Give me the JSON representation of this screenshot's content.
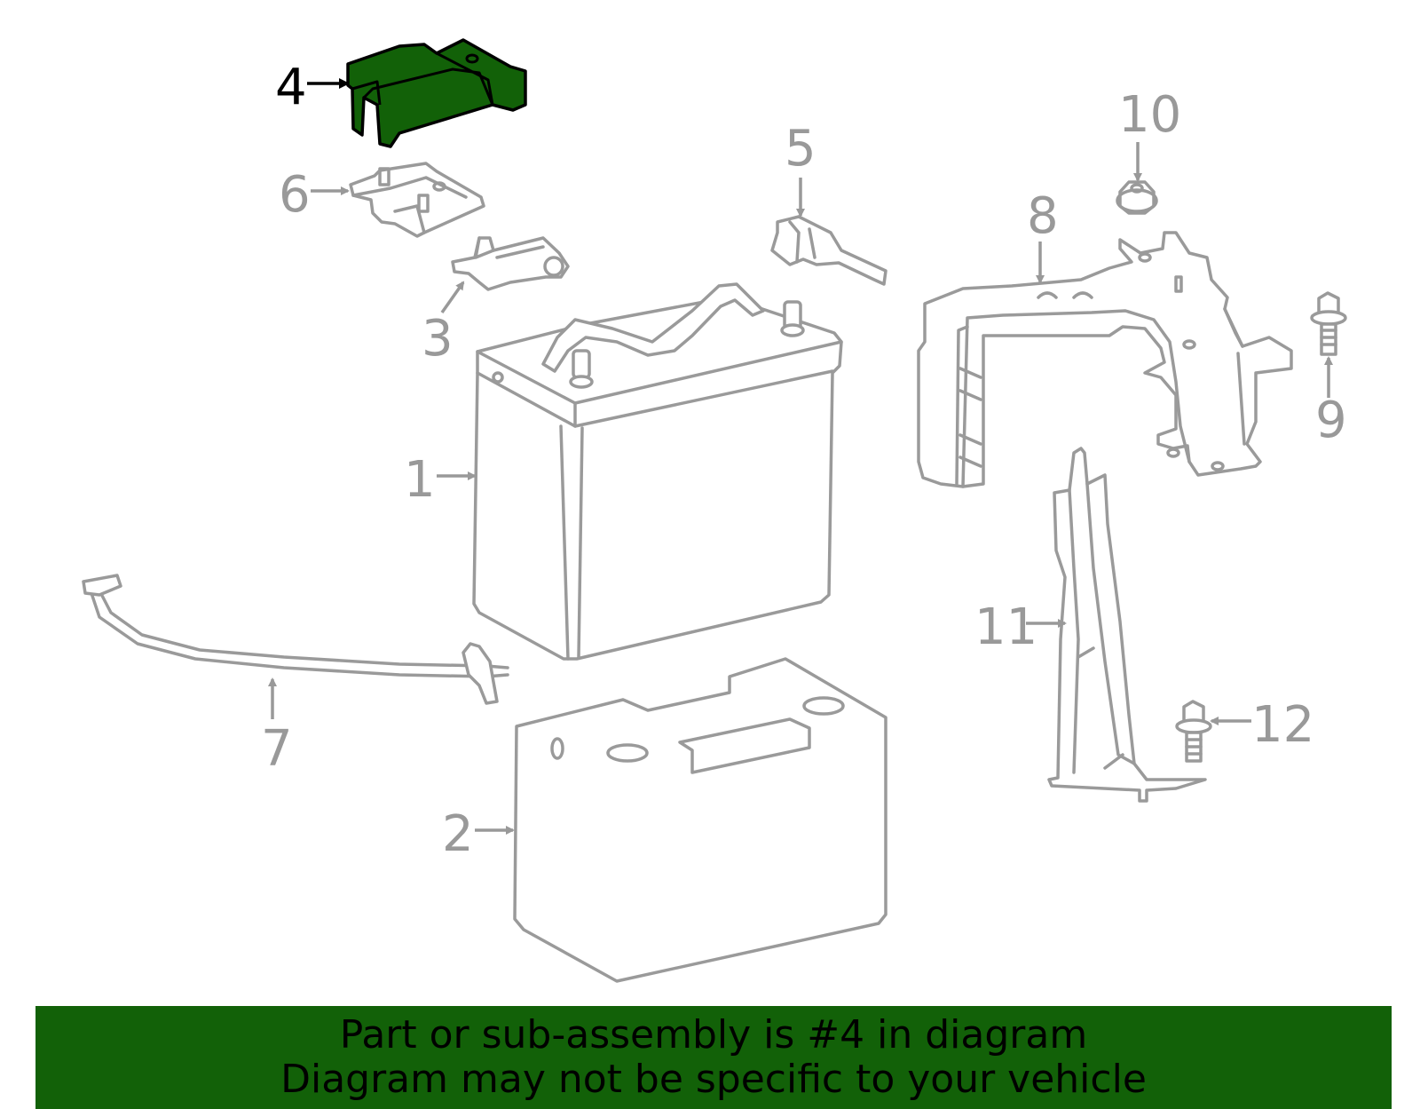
{
  "highlight_color": "#126108",
  "outline_color": "#999999",
  "callouts": {
    "c1": "1",
    "c2": "2",
    "c3": "3",
    "c4": "4",
    "c5": "5",
    "c6": "6",
    "c7": "7",
    "c8": "8",
    "c9": "9",
    "c10": "10",
    "c11": "11",
    "c12": "12"
  },
  "banner": {
    "line1": "Part or sub-assembly is #4 in diagram",
    "line2": "Diagram may not be specific to your vehicle"
  }
}
